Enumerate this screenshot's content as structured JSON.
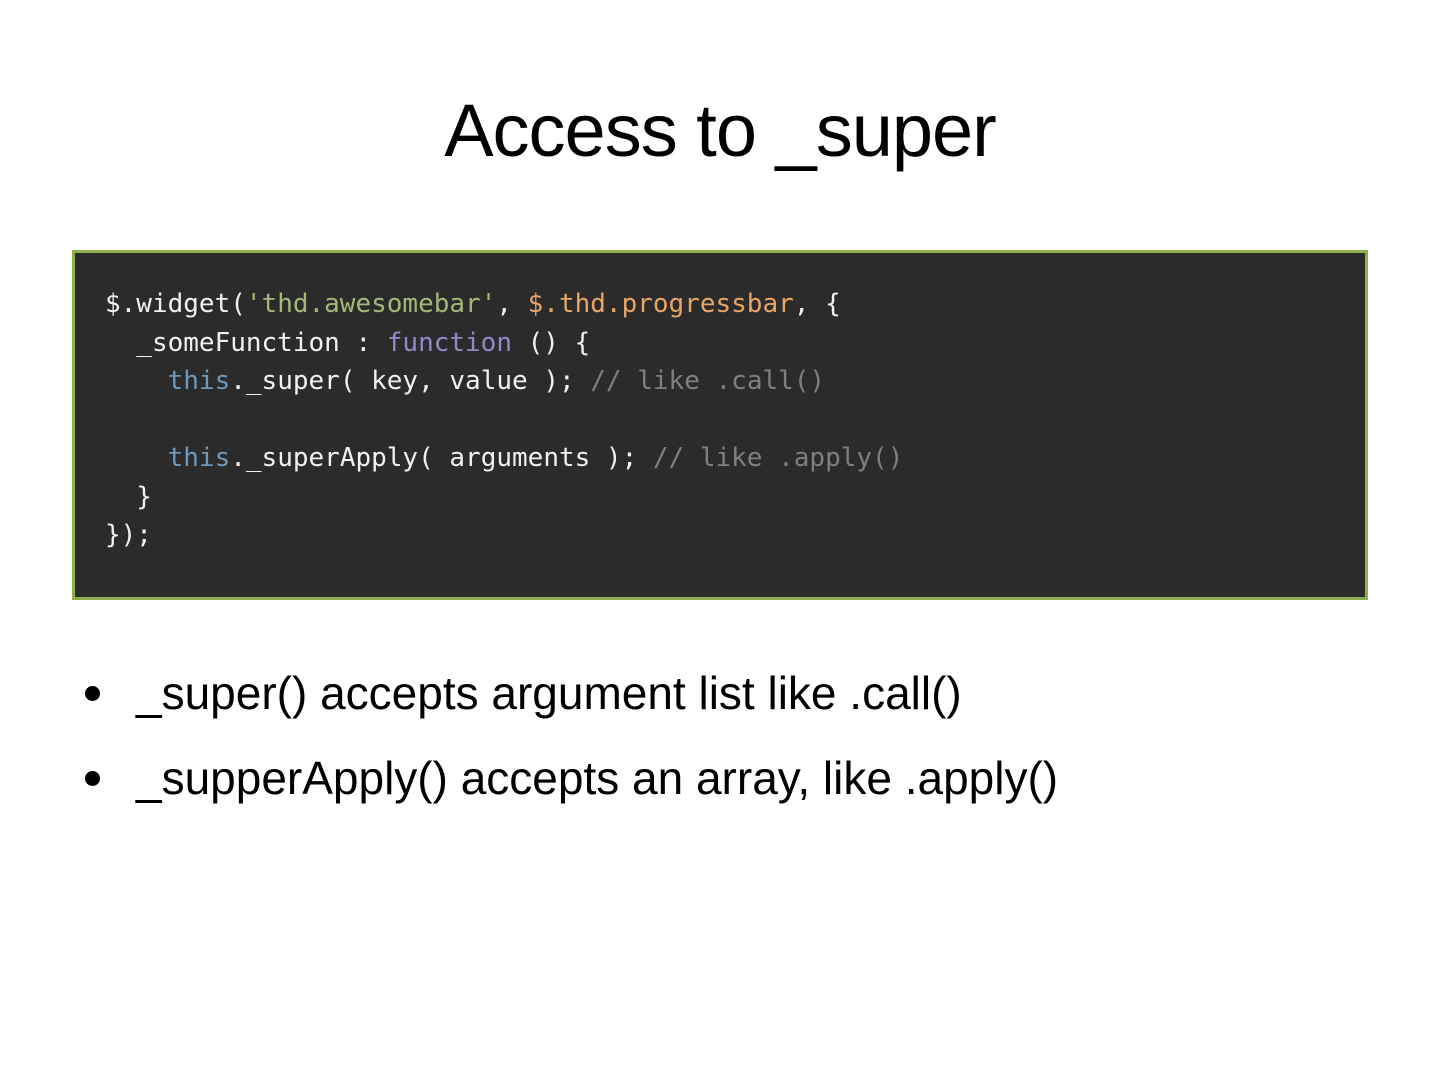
{
  "slide": {
    "title": "Access to _super"
  },
  "code_block": {
    "colors": {
      "background": "#2b2b2b",
      "border": "#8cb04e",
      "default": "#f0f0f0",
      "string": "#a3b876",
      "member": "#e8a566",
      "keyword": "#9389c8",
      "this_kw": "#6c99bb",
      "comment": "#7f7f7f"
    },
    "lines": [
      [
        {
          "t": "$.widget(",
          "c": "default"
        },
        {
          "t": "'thd.awesomebar'",
          "c": "string"
        },
        {
          "t": ", ",
          "c": "default"
        },
        {
          "t": "$.thd.progressbar",
          "c": "member"
        },
        {
          "t": ", {",
          "c": "default"
        }
      ],
      [
        {
          "t": "  _someFunction : ",
          "c": "default"
        },
        {
          "t": "function",
          "c": "keyword"
        },
        {
          "t": " () {",
          "c": "default"
        }
      ],
      [
        {
          "t": "    ",
          "c": "default"
        },
        {
          "t": "this",
          "c": "this_kw"
        },
        {
          "t": "._super( key, value ); ",
          "c": "default"
        },
        {
          "t": "// like .call()",
          "c": "comment"
        }
      ],
      [],
      [
        {
          "t": "    ",
          "c": "default"
        },
        {
          "t": "this",
          "c": "this_kw"
        },
        {
          "t": "._superApply( arguments ); ",
          "c": "default"
        },
        {
          "t": "// like .apply()",
          "c": "comment"
        }
      ],
      [
        {
          "t": "  }",
          "c": "default"
        }
      ],
      [
        {
          "t": "});",
          "c": "default"
        }
      ]
    ]
  },
  "bullets": [
    {
      "label": "_super() accepts argument list like .call()"
    },
    {
      "label": "_supperApply() accepts an array, like .apply()"
    }
  ]
}
